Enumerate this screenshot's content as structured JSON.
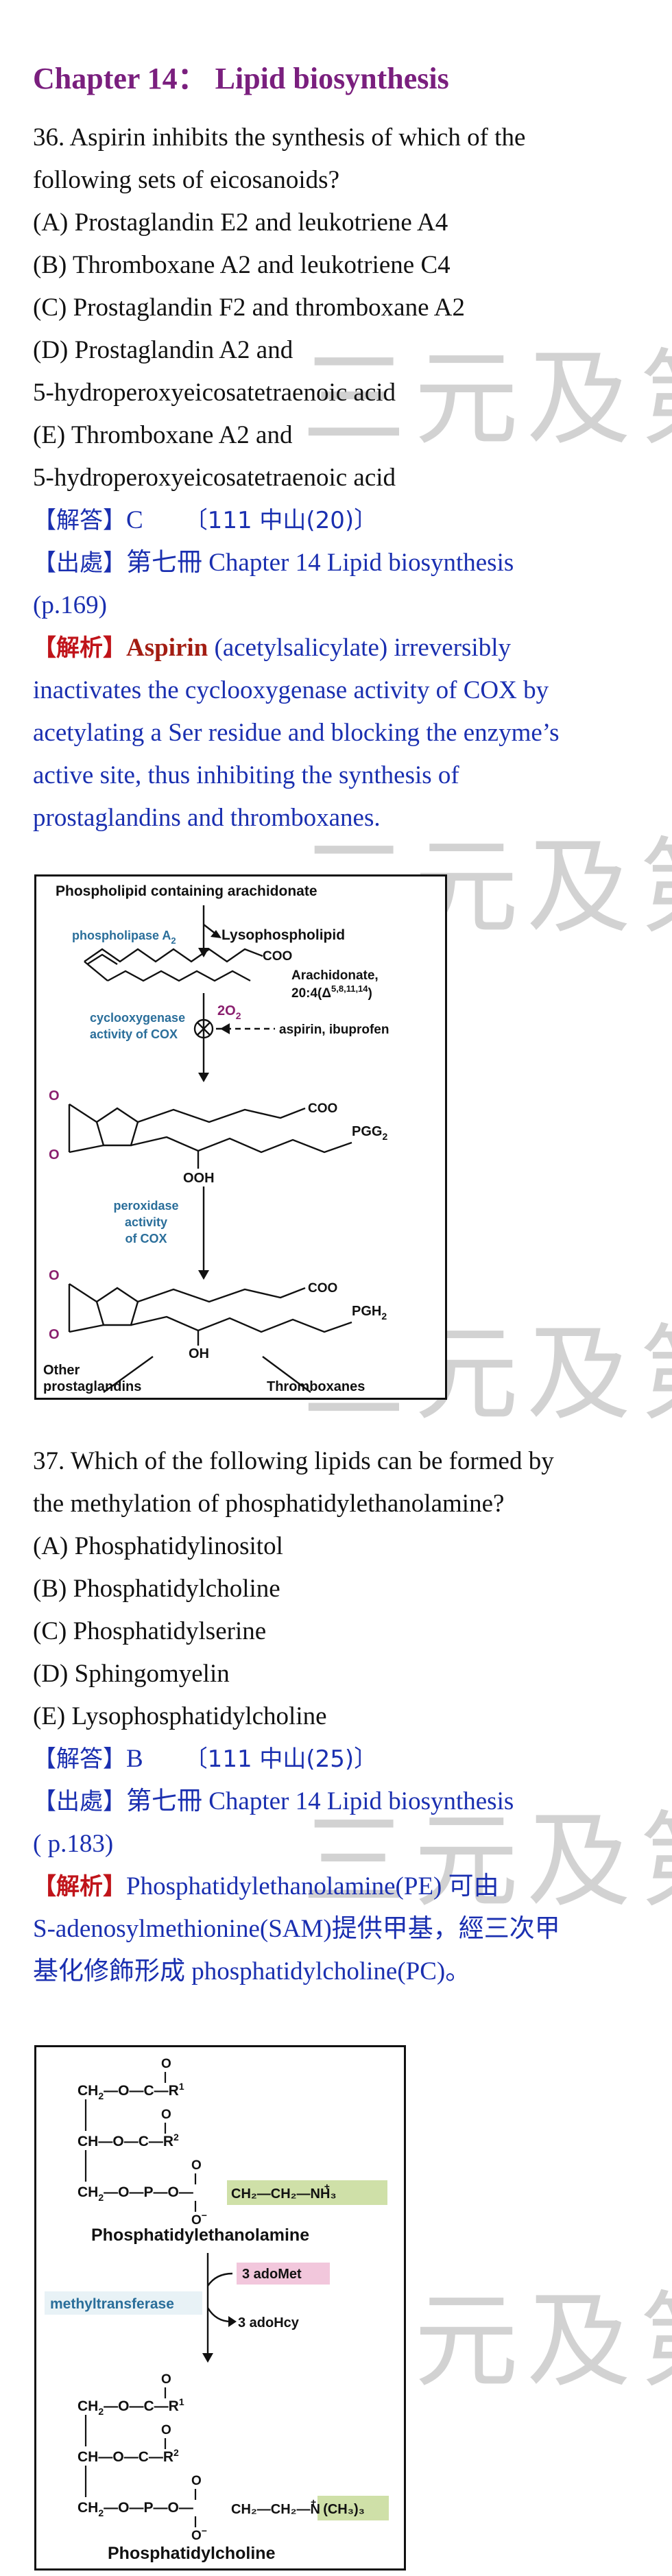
{
  "watermark": "三元及第",
  "chapter_title": "Chapter 14： Lipid biosynthesis",
  "q36": {
    "lines": [
      "36. Aspirin inhibits the synthesis of which of the",
      "following sets of eicosanoids?",
      "(A) Prostaglandin E2 and leukotriene A4",
      "(B) Thromboxane A2 and leukotriene C4",
      "(C) Prostaglandin F2 and thromboxane A2",
      "(D) Prostaglandin A2 and",
      "5-hydroperoxyeicosatetraenoic acid",
      "(E) Thromboxane A2 and",
      "5-hydroperoxyeicosatetraenoic acid"
    ],
    "answer_tag": "【解答】",
    "answer": "C",
    "answer_source": "〔111 中山(20)〕",
    "source_tag": "【出處】",
    "source_line1": "第七冊  Chapter 14 Lipid biosynthesis",
    "source_line2": "(p.169)",
    "explain_tag": "【解析】",
    "explain_term": "Aspirin",
    "explain_text1": " (acetylsalicylate) irreversibly",
    "explain_lines": [
      "inactivates the cyclooxygenase activity of COX by",
      "acetylating a Ser residue and blocking the enzyme’s",
      "active site, thus inhibiting the synthesis of",
      "prostaglandins and thromboxanes."
    ],
    "figure": {
      "header": "Phospholipid containing arachidonate",
      "enzyme1_a": "phospholipase A",
      "enzyme1_sub": "2",
      "lyso": "Lysophospholipid",
      "coo": "COO",
      "arach_name": "Arachidonate,",
      "arach_formula": "20:4(Δ",
      "arach_sup": "5,8,11,14",
      "cox1_line1": "cyclooxygenase",
      "cox1_line2": "activity of COX",
      "o2": "2O",
      "o2_sub": "2",
      "inhibitors": "aspirin, ibuprofen",
      "pgg2": "PGG",
      "pgg2_sub": "2",
      "ooh": "OOH",
      "perox_line1": "peroxidase",
      "perox_line2": "activity",
      "perox_line3": "of COX",
      "pgh2": "PGH",
      "pgh2_sub": "2",
      "oh": "OH",
      "o_atom": "O",
      "other_line1": "Other",
      "other_line2": "prostaglandins",
      "thromboxanes": "Thromboxanes"
    }
  },
  "q37": {
    "lines": [
      "37. Which of the following lipids can be formed by",
      "the methylation of phosphatidylethanolamine?",
      "(A) Phosphatidylinositol",
      "(B) Phosphatidylcholine",
      "(C) Phosphatidylserine",
      "(D) Sphingomyelin",
      "(E) Lysophosphatidylcholine"
    ],
    "answer_tag": "【解答】",
    "answer": "B",
    "answer_source": "〔111 中山(25)〕",
    "source_tag": "【出處】",
    "source_line1": "第七冊  Chapter 14 Lipid biosynthesis",
    "source_line2": "( p.183)",
    "explain_tag": "【解析】",
    "explain_line1": "Phosphatidylethanolamine(PE)  可由",
    "explain_line2": "S-adenosylmethionine(SAM)提供甲基，經三次甲",
    "explain_line3": "基化修飾形成 phosphatidylcholine(PC)。",
    "figure": {
      "ch2": "CH",
      "ch2_sub": "2",
      "ch": "CH",
      "o": "O",
      "c": "C",
      "p": "P",
      "r1": "R",
      "r1_sup": "1",
      "r2": "R",
      "r2_sup": "2",
      "ominus": "O",
      "head_pe": "CH₂—CH₂—NH₃",
      "plus": "+",
      "name_pe": "Phosphatidylethanolamine",
      "enzyme": "methyltransferase",
      "adomet": "3 adoMet",
      "adohcy": "3 adoHcy",
      "head_pc_a": "CH₂—CH₂—",
      "head_pc_n": "N",
      "head_pc_b": "(CH₃)₃",
      "name_pc": "Phosphatidylcholine"
    }
  }
}
